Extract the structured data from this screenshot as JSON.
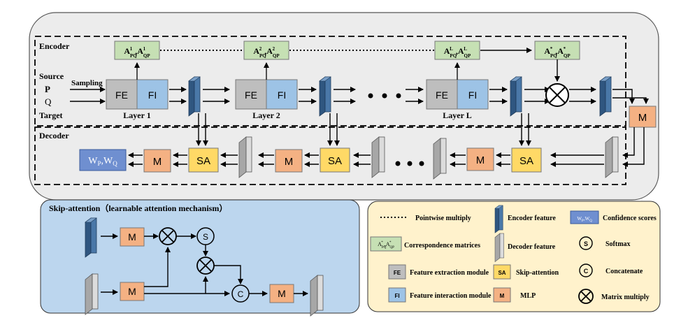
{
  "encoder": {
    "title": "Encoder",
    "source_label": "Source",
    "target_label": "Target",
    "input_p": "P",
    "input_q": "Q",
    "sampling_label": "Sampling",
    "layers": [
      {
        "fe": "FE",
        "fi": "FI",
        "label": "Layer 1",
        "corr_base": "A",
        "corr_sup": "1"
      },
      {
        "fe": "FE",
        "fi": "FI",
        "label": "Layer 2",
        "corr_base": "A",
        "corr_sup": "2"
      },
      {
        "fe": "FE",
        "fi": "FI",
        "label": "Layer L",
        "corr_base": "A",
        "corr_sup": "L"
      }
    ],
    "final_corr_sup": "*",
    "corr_sub_pq": "PQ",
    "corr_sub_qp": "QP",
    "comma": ","
  },
  "decoder": {
    "title": "Decoder",
    "sa": "SA",
    "mlp": "M",
    "output_w": "W",
    "output_sub_p": "P",
    "output_sub_q": "Q"
  },
  "skip_attention": {
    "title": "Skip-attention（learnable attention mechanism）",
    "mlp": "M",
    "softmax": "S",
    "concat": "C"
  },
  "legend": {
    "pointwise": "Pointwise multiply",
    "correspondence": "Correspondence matrices",
    "fe_tag": "FE",
    "fe_desc": "Feature extraction module",
    "fi_tag": "FI",
    "fi_desc": "Feature interaction module",
    "encoder_feature": "Encoder feature",
    "decoder_feature": "Decoder feature",
    "sa_tag": "SA",
    "sa_desc": "Skip-attention",
    "m_tag": "M",
    "m_desc": "MLP",
    "confidence": "Confidence scores",
    "s_tag": "S",
    "softmax": "Softmax",
    "c_tag": "C",
    "concatenate": "Concatenate",
    "matmul": "Matrix multiply"
  },
  "colors": {
    "fe": "#bebebe",
    "fi": "#9dc3e6",
    "corr": "#c6e0b4",
    "sa": "#ffd966",
    "mlp": "#f4b183",
    "encoder_feature": "#4a78a8",
    "decoder_feature": "#cfcfcf",
    "confidence": "#6f8fd0"
  }
}
